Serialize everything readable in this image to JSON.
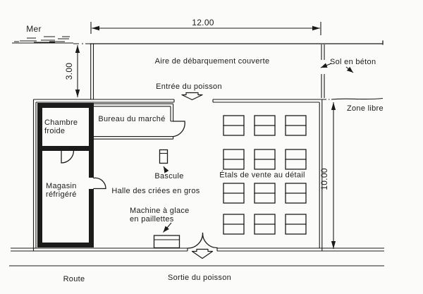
{
  "colors": {
    "ink": "#1b1b1b",
    "paper": "#fbfbf9"
  },
  "labels": {
    "sea": "Mer",
    "landing_area": "Aire de débarquement couverte",
    "concrete_floor": "Sol en béton",
    "fish_entrance": "Entrée du poisson",
    "free_zone": "Zone libre",
    "market_office": "Bureau du marché",
    "cold_room_line1": "Chambre",
    "cold_room_line2": "froide",
    "refrigerated_store_line1": "Magasin",
    "refrigerated_store_line2": "réfrigéré",
    "scale": "Bascule",
    "retail_stalls": "Étals de vente au détail",
    "wholesale_hall": "Halle des criées en gros",
    "ice_machine_line1": "Machine à glace",
    "ice_machine_line2": "en paillettes",
    "fish_exit": "Sortie du poisson",
    "road": "Route"
  },
  "dimensions": {
    "quay_width_m": "12.00",
    "quay_depth_m": "3.00",
    "hall_depth_m": "10.00"
  }
}
